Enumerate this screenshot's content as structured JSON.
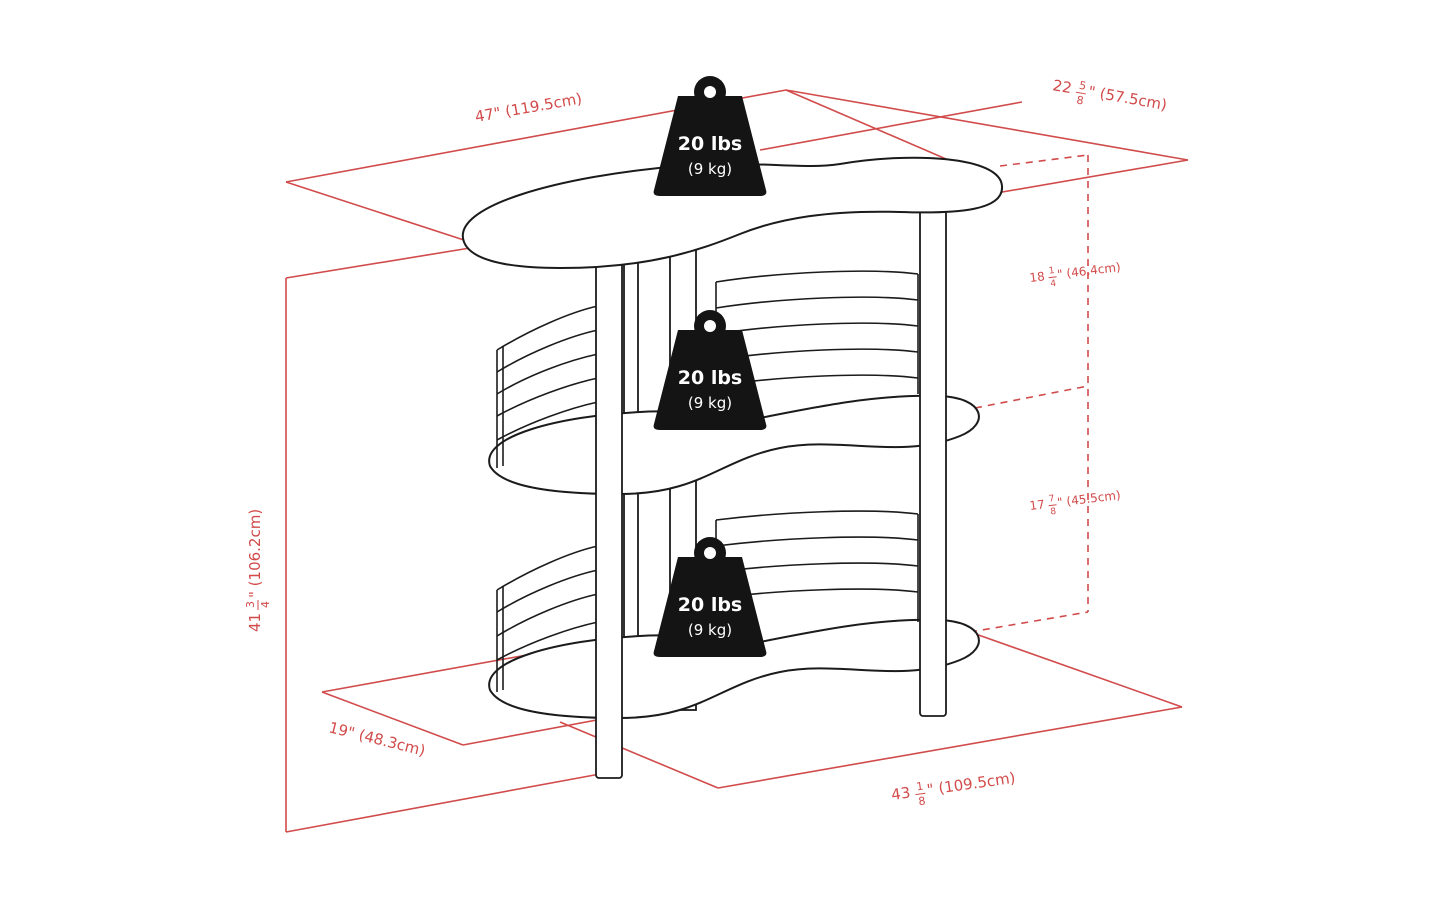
{
  "dimensions": {
    "top_width": "47\" (119.5cm)",
    "top_depth_whole": "22",
    "top_depth_num": "5",
    "top_depth_den": "8",
    "top_depth_rest": "\" (57.5cm)",
    "upper_gap_whole": "18",
    "upper_gap_num": "1",
    "upper_gap_den": "4",
    "upper_gap_rest": "\" (46.4cm)",
    "lower_gap_whole": "17",
    "lower_gap_num": "7",
    "lower_gap_den": "8",
    "lower_gap_rest": "\" (45.5cm)",
    "height_whole": "41",
    "height_num": "3",
    "height_den": "4",
    "height_rest": "\" (106.2cm)",
    "base_depth": "19\" (48.3cm)",
    "base_width_whole": "43",
    "base_width_num": "1",
    "base_width_den": "8",
    "base_width_rest": "\" (109.5cm)"
  },
  "weights": [
    {
      "lbs": "20 lbs",
      "kg": "(9 kg)"
    },
    {
      "lbs": "20 lbs",
      "kg": "(9 kg)"
    },
    {
      "lbs": "20 lbs",
      "kg": "(9 kg)"
    }
  ],
  "colors": {
    "dimension": "#d24b4b",
    "outline": "#1b1b1b",
    "weight": "#141414"
  }
}
